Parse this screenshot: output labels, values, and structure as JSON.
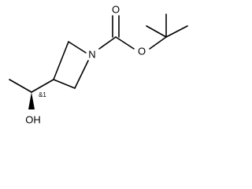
{
  "molecule": {
    "atoms": {
      "carbonyl_o": "O",
      "ester_o": "O",
      "ring_n": "N",
      "hydroxyl": "OH"
    },
    "stereo_label": "&1"
  },
  "colors": {
    "ink": "#000000",
    "background": "#ffffff"
  }
}
